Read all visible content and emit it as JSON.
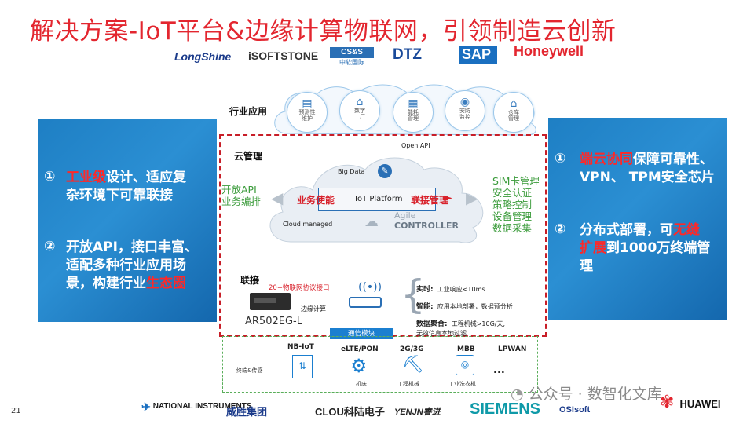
{
  "title": "解决方案-IoT平台&边缘计算物联网，引领制造云创新",
  "top_logos": [
    "LongShine",
    "iSOFTSTONE",
    "CS&S",
    "DTZ",
    "SAP",
    "Honeywell"
  ],
  "cs_sub": "中软国际",
  "page_number": "21",
  "left_panel": {
    "p1_num": "①",
    "p1_red": "工业级",
    "p1_rest1": "设计、适应复",
    "p1_line2": "杂环境下可靠联接",
    "p2_num": "②",
    "p2_line1": "开放API，接口丰富、",
    "p2_line2": "适配多种行业应用场",
    "p2_line3a": "景，构建行业",
    "p2_red": "生态圈"
  },
  "right_panel": {
    "p1_num": "①",
    "p1_red": "端云协同",
    "p1_rest": "保障可靠性、",
    "p1_line2": "VPN、 TPM安全芯片",
    "p2_num": "②",
    "p2_line1": "分布式部署，可",
    "p2_red1": "无缝",
    "p2_red2": "扩展",
    "p2_rest2": "到1000万终端管",
    "p2_line3": "理"
  },
  "labels": {
    "industry_app": "行业应用",
    "cloud_mgmt": "云管理",
    "connect": "联接",
    "open_api": "Open API",
    "big_data": "Big Data",
    "iot_platform": "IoT Platform",
    "biz_enable": "业务使能",
    "conn_mgmt": "联接管理",
    "cloud_managed": "Cloud managed",
    "agile": "Agile",
    "controller": "CONTROLLER",
    "open_api_cn": [
      "开放API",
      "业务编排"
    ],
    "sim_list": [
      "SIM卡管理",
      "安全认证",
      "策略控制",
      "设备管理",
      "数据采集"
    ],
    "protocol": "20+物联网协议接口",
    "edge_compute": "边缘计算",
    "device_model": "AR502EG-L",
    "comm_module": "通信模块",
    "realtime_k": "实时:",
    "realtime_v": "工业响应<10ms",
    "smart_k": "智能:",
    "smart_v": "应用本地部署，数据预分析",
    "agg_k": "数据聚合:",
    "agg_v": "工程机械>10G/天,",
    "agg_v2": "无效信息本地过滤",
    "terminal": "终端&传感",
    "nbiot": "NB-IoT",
    "elte": "eLTE/PON",
    "g23": "2G/3G",
    "mbb": "MBB",
    "lpwan": "LPWAN",
    "ellipsis": "...",
    "machine_tool": "机床",
    "eng_machine": "工程机械",
    "washer": "工业洗衣机"
  },
  "apps": [
    "预测性\n维护",
    "数字\n工厂",
    "能耗\n管理",
    "安防\n监控",
    "仓库\n管理"
  ],
  "bottom_logos": [
    "NATIONAL INSTRUMENTS",
    "威胜集团",
    "CLOU科陆电子",
    "YENJN睿进",
    "SIEMENS",
    "OSIsoft",
    "HUAWEI"
  ],
  "watermark": "公众号 · 数智化文库",
  "colors": {
    "title_red": "#e3262f",
    "panel_blue": "#1e7fc4",
    "accent_red": "#ff2828",
    "green": "#3a9b3a"
  }
}
